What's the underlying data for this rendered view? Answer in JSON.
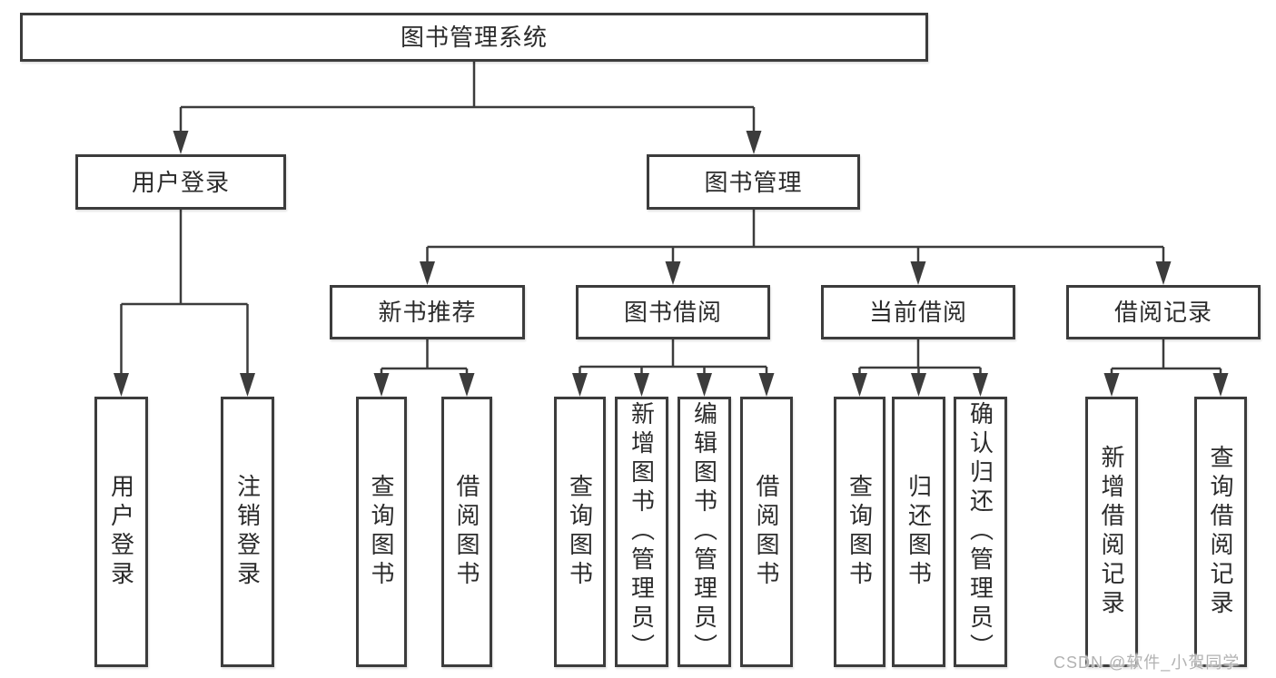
{
  "nodes": {
    "root": "图书管理系统",
    "level2": {
      "user_login": "用户登录",
      "book_mgmt": "图书管理"
    },
    "level3": {
      "new_book_rec": "新书推荐",
      "book_borrow": "图书借阅",
      "current_borrow": "当前借阅",
      "borrow_record": "借阅记录"
    },
    "leaves": {
      "user_login_1": "用户登录",
      "user_login_2": "注销登录",
      "new_book_rec_1": "查询图书",
      "new_book_rec_2": "借阅图书",
      "book_borrow_1": "查询图书",
      "book_borrow_2": "新增图书（管理员）",
      "book_borrow_3": "编辑图书（管理员）",
      "book_borrow_4": "借阅图书",
      "current_borrow_1": "查询图书",
      "current_borrow_2": "归还图书",
      "current_borrow_3": "确认归还（管理员）",
      "borrow_record_1": "新增借阅记录",
      "borrow_record_2": "查询借阅记录"
    }
  },
  "watermark": "CSDN @软件_小贺同学",
  "colors": {
    "line": "#3c3c3c",
    "box_border": "#3c3c3c",
    "text": "#2b2b2b",
    "watermark": "#b2b2b2",
    "background": "#ffffff"
  }
}
